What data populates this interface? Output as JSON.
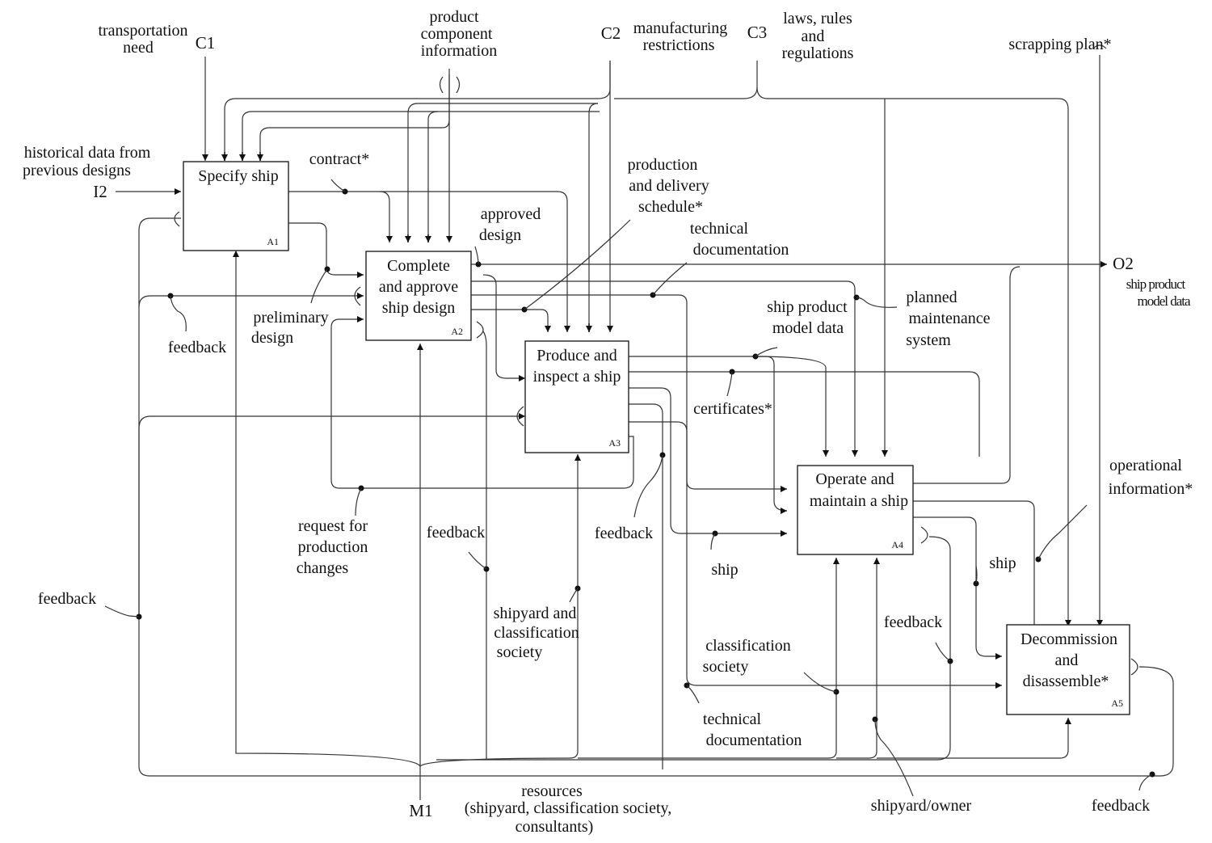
{
  "boxes": {
    "a1": {
      "lines": [
        "Specify ship"
      ],
      "id": "A1"
    },
    "a2": {
      "lines": [
        "Complete",
        "and approve",
        "ship design"
      ],
      "id": "A2"
    },
    "a3": {
      "lines": [
        "Produce and",
        "inspect a ship"
      ],
      "id": "A3"
    },
    "a4": {
      "lines": [
        "Operate and",
        "maintain a ship"
      ],
      "id": "A4"
    },
    "a5": {
      "lines": [
        "Decommission",
        "and",
        "disassemble*"
      ],
      "id": "A5"
    }
  },
  "icoms": {
    "c1": "C1",
    "c2": "C2",
    "c3": "C3",
    "i2": "I2",
    "o2": "O2",
    "m1": "M1"
  },
  "labels": {
    "transportation_need": [
      "transportation",
      "need"
    ],
    "product_component_information": [
      "product",
      "component",
      "information"
    ],
    "manufacturing_restrictions": [
      "manufacturing",
      "restrictions"
    ],
    "laws_rules_regulations": [
      "laws, rules",
      "and",
      "regulations"
    ],
    "scrapping_plan": "scrapping plan*",
    "historical_data": [
      "historical data from",
      "previous designs"
    ],
    "contract": "contract*",
    "approved_design": [
      "approved",
      "design"
    ],
    "production_schedule": [
      "production",
      "and delivery",
      "schedule*"
    ],
    "technical_documentation_top": [
      "technical",
      "documentation"
    ],
    "ship_product_model_data_out": [
      "ship product",
      "model data"
    ],
    "preliminary_design": [
      "preliminary",
      "design"
    ],
    "feedback_a2": "feedback",
    "ship_product_model_data_mid": [
      "ship product",
      "model data"
    ],
    "planned_maintenance": [
      "planned",
      "maintenance",
      "system"
    ],
    "certificates": "certificates*",
    "request_changes": [
      "request for",
      "production",
      "changes"
    ],
    "feedback_mid": "feedback",
    "feedback_a3": "feedback",
    "ship_a4": "ship",
    "operational_information": [
      "operational",
      "information*"
    ],
    "ship_a5": "ship",
    "feedback_left": "feedback",
    "shipyard_classification": [
      "shipyard and",
      "classification",
      "society"
    ],
    "feedback_a4": "feedback",
    "classification_society": [
      "classification",
      "society"
    ],
    "technical_documentation_bottom": [
      "technical",
      "documentation"
    ],
    "resources": [
      "resources",
      "(shipyard, classification society,",
      "consultants)"
    ],
    "shipyard_owner": "shipyard/owner",
    "feedback_a5": "feedback"
  }
}
